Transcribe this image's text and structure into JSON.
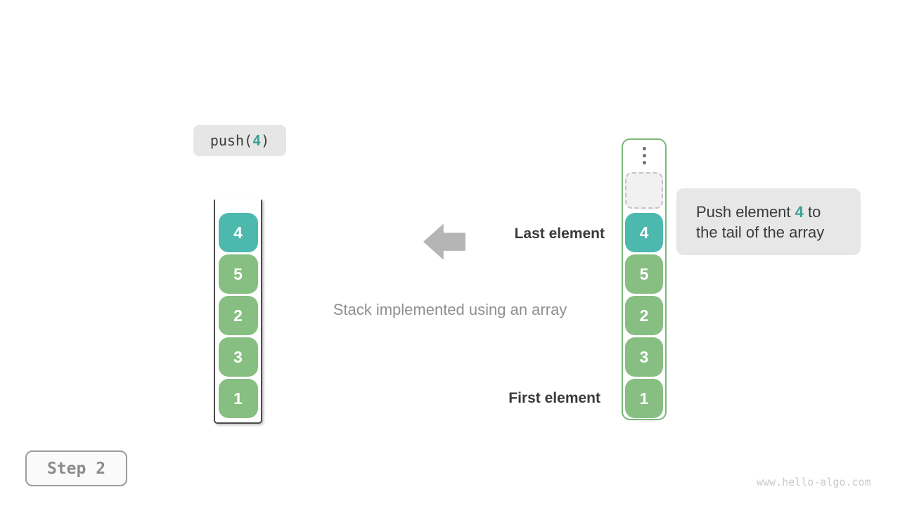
{
  "colors": {
    "teal_box": "#4db8ae",
    "teal_text": "#3da195",
    "green_box": "#87be81",
    "green_border": "#77b877",
    "badge_bg": "#e6e6e6",
    "dark_text": "#3a3a3a",
    "gray_text": "#8f8f8f",
    "arrow_gray": "#b5b5b5",
    "watermark_gray": "#cbcbcb"
  },
  "push_badge": {
    "prefix": "push(",
    "arg": "4",
    "suffix": ")"
  },
  "stack": {
    "values": [
      "4",
      "5",
      "2",
      "3",
      "1"
    ]
  },
  "array": {
    "values": [
      "4",
      "5",
      "2",
      "3",
      "1"
    ]
  },
  "labels": {
    "last_element": "Last element",
    "first_element": "First element",
    "caption": "Stack implemented using an array"
  },
  "tooltip": {
    "line1_prefix": "Push element ",
    "highlight": "4",
    "line1_suffix": " to",
    "line2": "the tail of the array"
  },
  "step_badge": "Step 2",
  "watermark": "www.hello-algo.com"
}
